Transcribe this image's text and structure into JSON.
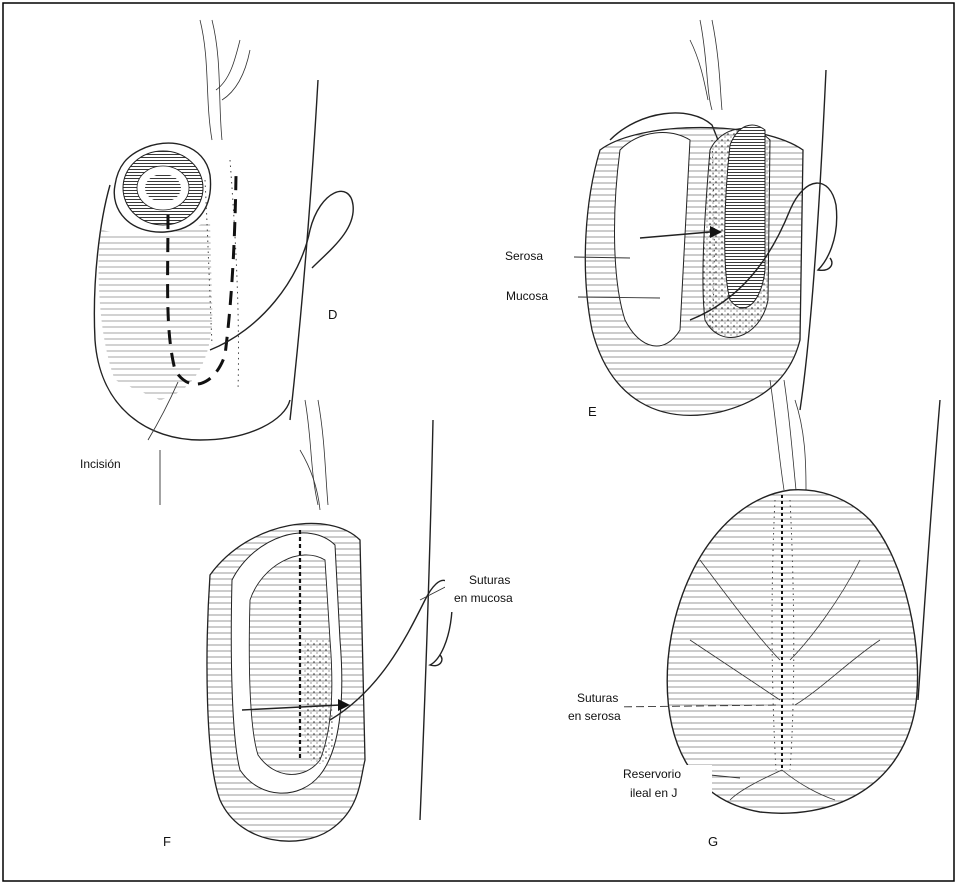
{
  "labels": {
    "serosa": "Serosa",
    "mucosa": "Mucosa",
    "incision": "Incisión",
    "sutures_mucosa_1": "Suturas",
    "sutures_mucosa_2": "en mucosa",
    "sutures_serosa_1": "Suturas",
    "sutures_serosa_2": "en serosa",
    "reservoir_1": "Reservorio",
    "reservoir_2": "ileal en J"
  },
  "panels": {
    "d": "D",
    "e": "E",
    "f": "F",
    "g": "G"
  }
}
